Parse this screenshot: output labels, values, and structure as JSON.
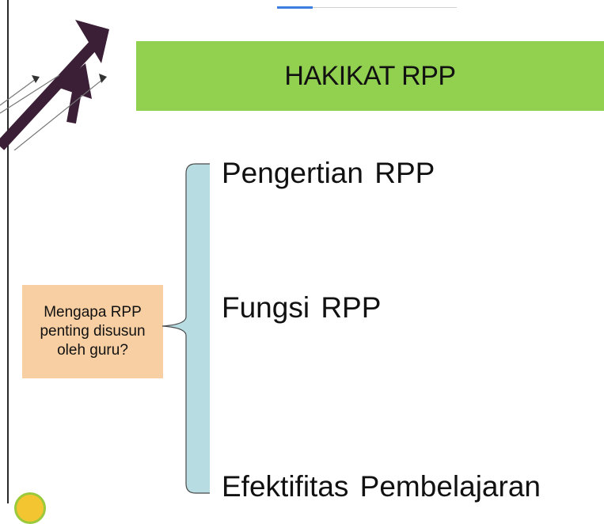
{
  "slide": {
    "title": "HAKIKAT RPP",
    "question": "Mengapa RPP penting disusun oleh guru?",
    "items": [
      {
        "label": "Pengertian  RPP"
      },
      {
        "label": "Fungsi  RPP"
      },
      {
        "label": "Efektifitas  Pembelajaran"
      }
    ]
  },
  "colors": {
    "title_banner": "#92d050",
    "question_box": "#f8cfa3",
    "brace_fill": "#b7dde3",
    "arrow": "#3a1f36"
  },
  "icons": {
    "decoration": "rising-arrows-icon",
    "logo": "circle-logo"
  }
}
